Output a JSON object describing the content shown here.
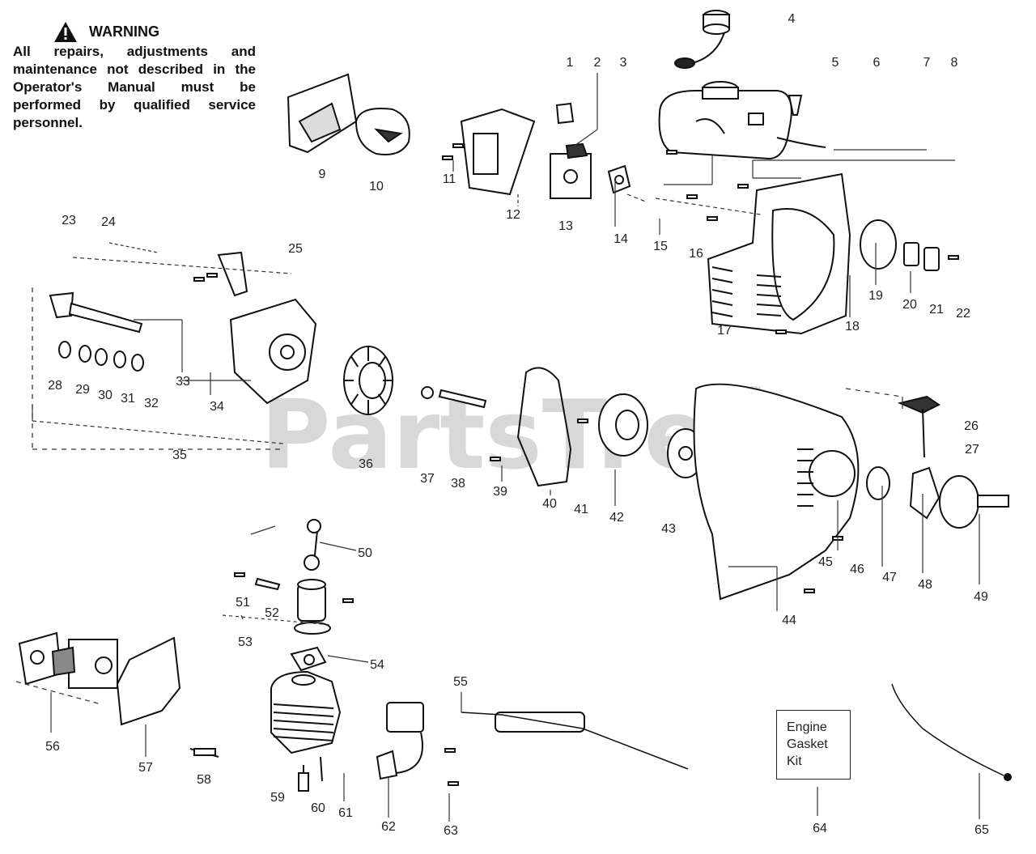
{
  "warning": {
    "title": "WARNING",
    "text": "All repairs, adjustments and maintenance not described in the Operator's Manual must be performed by qualified service personnel.",
    "icon": "warning-triangle-icon"
  },
  "watermark": {
    "brand": "PartsTree",
    "trademark": "™"
  },
  "kit_box": {
    "label": "Engine\nGasket\nKit"
  },
  "callouts": [
    "1",
    "2",
    "3",
    "4",
    "5",
    "6",
    "7",
    "8",
    "9",
    "10",
    "11",
    "12",
    "13",
    "14",
    "15",
    "16",
    "17",
    "18",
    "19",
    "20",
    "21",
    "22",
    "23",
    "24",
    "25",
    "26",
    "27",
    "28",
    "29",
    "30",
    "31",
    "32",
    "33",
    "34",
    "35",
    "36",
    "37",
    "38",
    "39",
    "40",
    "41",
    "42",
    "43",
    "44",
    "45",
    "46",
    "47",
    "48",
    "49",
    "50",
    "51",
    "52",
    "53",
    "54",
    "55",
    "56",
    "57",
    "58",
    "59",
    "60",
    "61",
    "62",
    "63",
    "64",
    "65"
  ]
}
